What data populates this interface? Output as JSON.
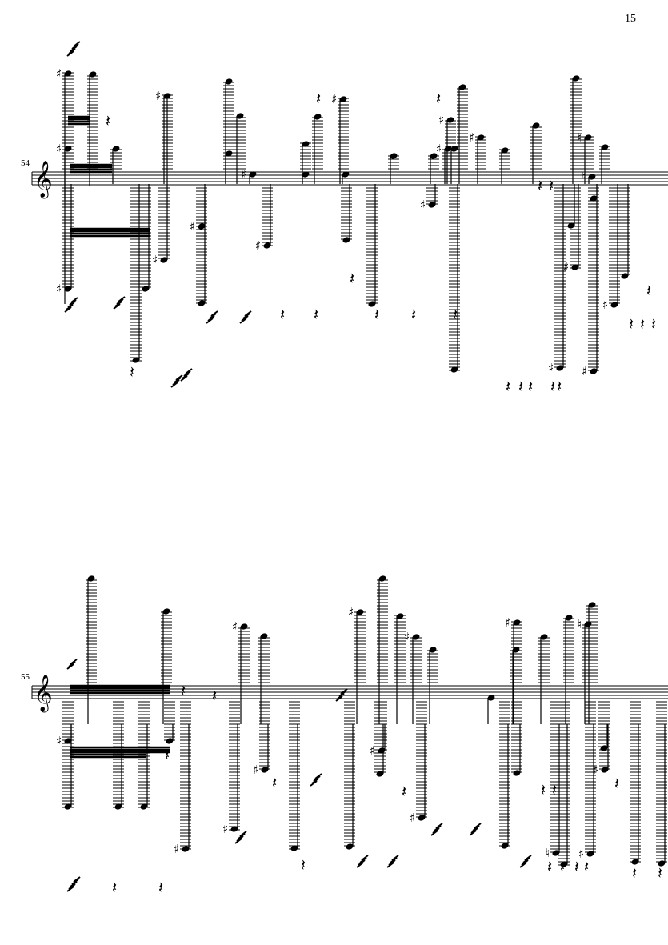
{
  "page": {
    "page_number": "15",
    "systems": [
      {
        "measure_number": "54",
        "clef": "treble",
        "clef_glyph": "𝄞"
      },
      {
        "measure_number": "55",
        "clef": "treble",
        "clef_glyph": "𝄞"
      }
    ]
  },
  "glyphs": {
    "sharp": "♯",
    "natural": "♮",
    "rest": "𝄽"
  },
  "colors": {
    "ink": "#000000",
    "paper": "#ffffff"
  }
}
